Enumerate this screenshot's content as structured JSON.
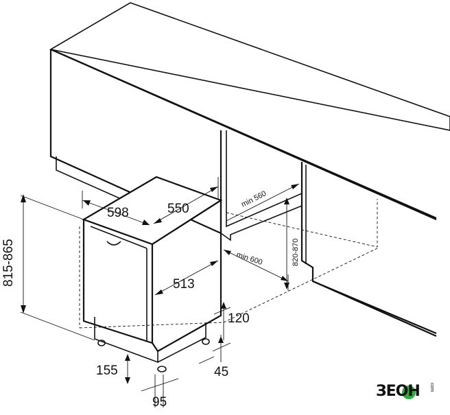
{
  "dimensions": {
    "width_598": "598",
    "depth_550": "550",
    "height_815_865": "815-865",
    "inner_513": "513",
    "niche_min_560": "min 560",
    "niche_min_600": "min 600",
    "niche_820_870": "820-870",
    "toe_120": "120",
    "leg_155": "155",
    "foot_95": "95",
    "foot_45": "45"
  },
  "logo": {
    "text": "ЗЕОН",
    "small": "com"
  }
}
